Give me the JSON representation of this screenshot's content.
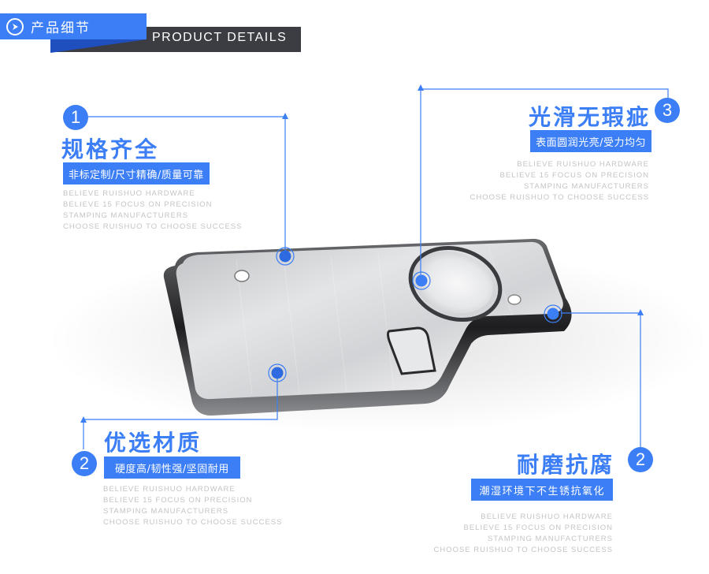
{
  "header": {
    "icon": "arrow-right-circle-icon",
    "title_cn": "产品细节",
    "title_en": "PRODUCT DETAILS",
    "colors": {
      "blue": "#3b7ef5",
      "dark": "#3c3d42",
      "wedge": "#1f4fbf"
    }
  },
  "english_lines": [
    "BELIEVE RUISHUO HARDWARE",
    "BELIEVE 15 FOCUS ON PRECISION",
    "STAMPING MANUFACTURERS",
    "CHOOSE RUISHUO TO CHOOSE SUCCESS"
  ],
  "callouts": [
    {
      "number": "1",
      "title": "规格齐全",
      "tag": "非标定制/尺寸精确/质量可靠",
      "lines": [
        "BELIEVE RUISHUO HARDWARE",
        "BELIEVE 15 FOCUS ON PRECISION",
        "STAMPING MANUFACTURERS",
        "CHOOSE RUISHUO TO CHOOSE SUCCESS"
      ]
    },
    {
      "number": "3",
      "title": "光滑无瑕疵",
      "tag": "表面圆润光亮/受力均匀",
      "lines": [
        "BELIEVE RUISHUO HARDWARE",
        "BELIEVE 15 FOCUS ON PRECISION",
        "STAMPING MANUFACTURERS",
        "CHOOSE RUISHUO TO CHOOSE SUCCESS"
      ]
    },
    {
      "number": "2",
      "title": "优选材质",
      "tag": "硬度高/韧性强/坚固耐用",
      "lines": [
        "BELIEVE RUISHUO HARDWARE",
        "BELIEVE 15 FOCUS ON PRECISION",
        "STAMPING MANUFACTURERS",
        "CHOOSE RUISHUO TO CHOOSE SUCCESS"
      ]
    },
    {
      "number": "2",
      "title": "耐磨抗腐",
      "tag": "潮湿环境下不生锈抗氧化",
      "lines": [
        "BELIEVE RUISHUO HARDWARE",
        "BELIEVE 15 FOCUS ON PRECISION",
        "STAMPING MANUFACTURERS",
        "CHOOSE RUISHUO TO CHOOSE SUCCESS"
      ]
    }
  ],
  "product": {
    "name": "stamped-metal-plate",
    "markers": 4,
    "accent": "#3b7ef5"
  }
}
